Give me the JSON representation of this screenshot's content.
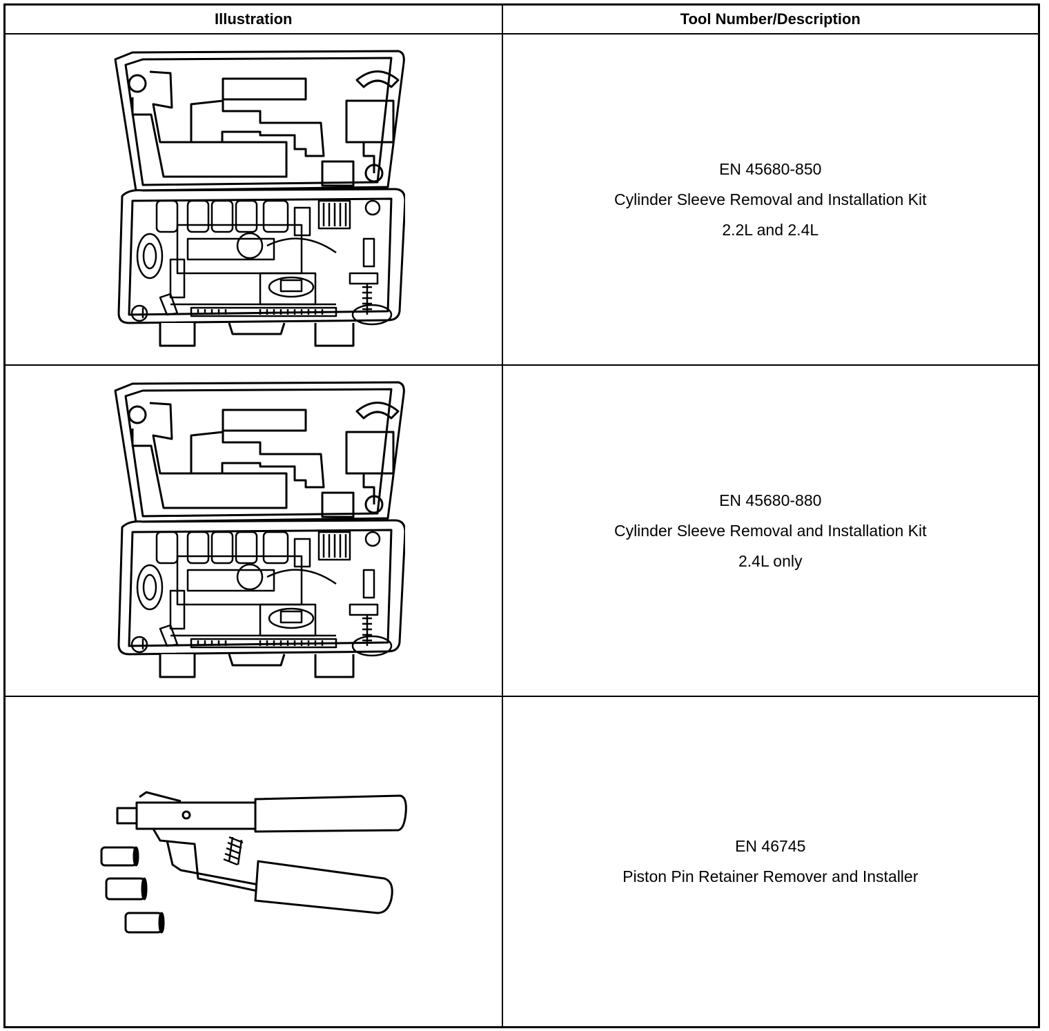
{
  "table": {
    "headers": {
      "illustration": "Illustration",
      "description": "Tool Number/Description"
    },
    "rows": [
      {
        "tool_number": "EN 45680-850",
        "description": "Cylinder Sleeve Removal and Installation Kit",
        "note": "2.2L and 2.4L",
        "illustration": "tool-case-kit"
      },
      {
        "tool_number": "EN 45680-880",
        "description": "Cylinder Sleeve Removal and Installation Kit",
        "note": "2.4L only",
        "illustration": "tool-case-kit"
      },
      {
        "tool_number": "EN 46745",
        "description": "Piston Pin Retainer Remover and Installer",
        "illustration": "pliers-with-adapters"
      }
    ]
  }
}
